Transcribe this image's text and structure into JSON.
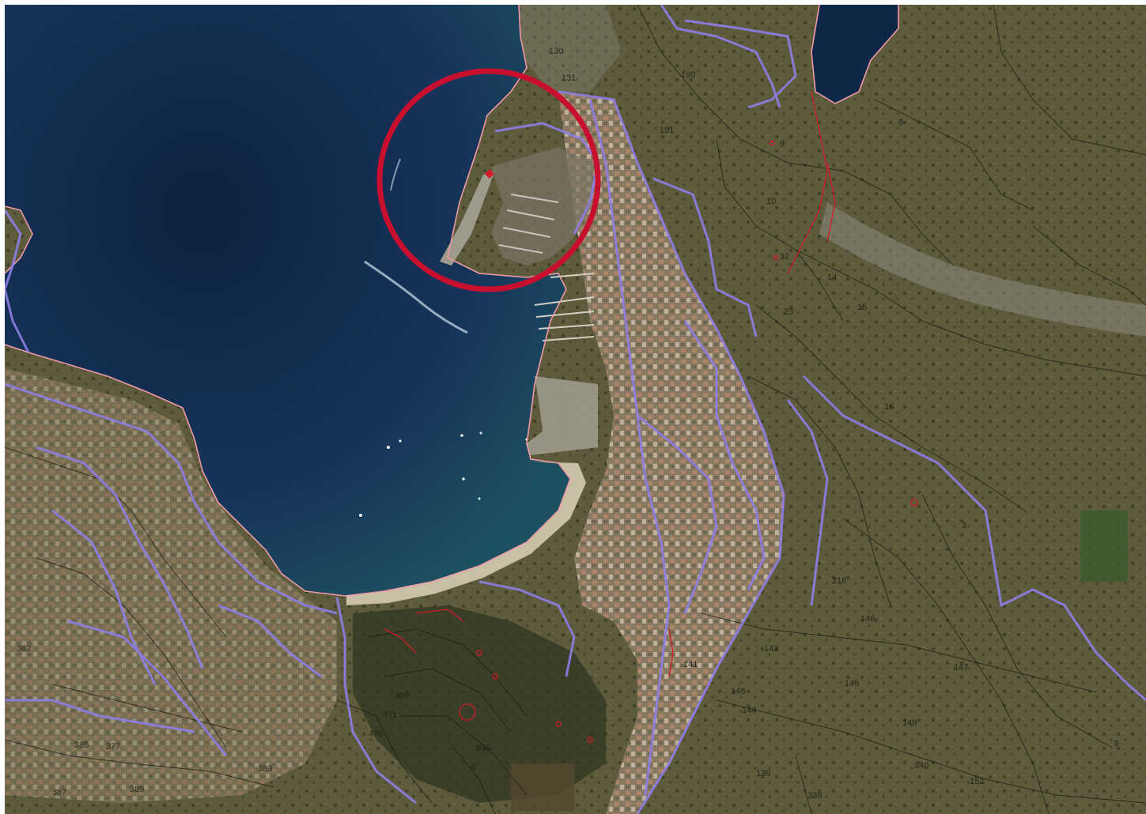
{
  "map": {
    "colors": {
      "sea_deep": "#0e2141",
      "sea_mid": "#16345a",
      "sea_shallow": "#1d5061",
      "land": "#5d5b3c",
      "land_dark": "#3f4128",
      "scrub": "#6d6a49",
      "rock": "#8c8a80",
      "urban": "#a88770",
      "beach": "#c9bfa6",
      "parcel_line": "#1a1a12",
      "road_outline": "#8f7ee8",
      "coast_outline": "#f09aa8",
      "highlight_ring": "#c8102e"
    },
    "highlight": {
      "shape": "circle",
      "color": "#c8102e",
      "target": "harbour"
    },
    "parcel_labels": [
      "130",
      "131",
      "190",
      "191",
      "8",
      "9",
      "10",
      "12",
      "14",
      "15",
      "23",
      "16",
      "3",
      "216",
      "141",
      "142",
      "145",
      "146",
      "144",
      "147",
      "148",
      "152",
      "149",
      "139",
      "389",
      "6",
      "471",
      "470",
      "409",
      "382",
      "385",
      "377",
      "387",
      "383",
      "339",
      "340",
      "345",
      "8"
    ]
  }
}
